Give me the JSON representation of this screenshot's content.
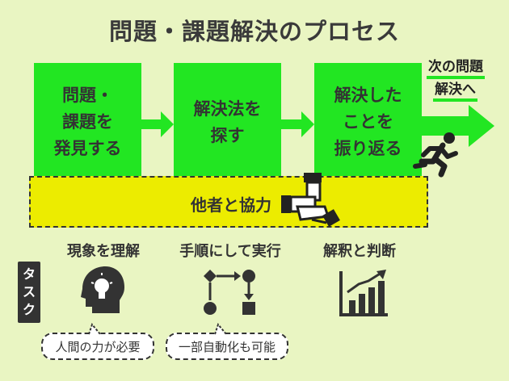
{
  "title": "問題・課題解決のプロセス",
  "steps": [
    {
      "label": "問題・\n課題を\n発見する"
    },
    {
      "label": "解決法を\n探す"
    },
    {
      "label": "解決した\nことを\n振り返る"
    }
  ],
  "next": {
    "line1": "次の問題",
    "line2": "解決へ"
  },
  "collaboration": {
    "label": "他者と協力"
  },
  "task_tag": [
    "タ",
    "ス",
    "ク"
  ],
  "tasks": [
    {
      "heading": "現象を理解",
      "note": "人間の力が必要",
      "icon": "head-lightbulb-icon"
    },
    {
      "heading": "手順にして実行",
      "note": "一部自動化も可能",
      "icon": "flowchart-icon"
    },
    {
      "heading": "解釈と判断",
      "icon": "bar-chart-up-icon"
    }
  ],
  "colors": {
    "background": "#e9f5c2",
    "step": "#22e622",
    "collab": "#ecec00",
    "dark": "#333333"
  }
}
